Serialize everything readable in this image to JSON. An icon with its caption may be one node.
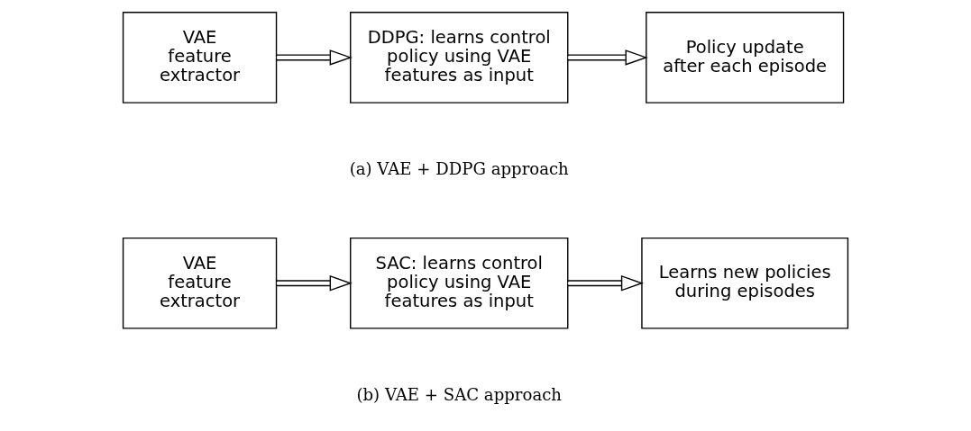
{
  "diagram": {
    "nodes": [
      {
        "text": [
          "VAE feature extractor"
        ]
      },
      {
        "text": [
          "DDPG: learns control policy using VAE features as input"
        ]
      },
      {
        "text": [
          "Policy update after each episode"
        ]
      },
      {
        "text": [
          "VAE feature extractor"
        ]
      },
      {
        "text": [
          "SAC: learns control policy using VAE features as input"
        ]
      },
      {
        "text": [
          "Learns new policies during episodes"
        ]
      }
    ],
    "edges": [
      {
        "from": 0,
        "to": 1,
        "arrow": "to"
      },
      {
        "from": 1,
        "to": 2,
        "arrow": "to"
      },
      {
        "from": 3,
        "to": 4,
        "arrow": "to"
      },
      {
        "from": 4,
        "to": 5,
        "arrow": "to"
      }
    ],
    "labels": [
      "(a) VAE + DDPG approach",
      "(b) VAE + SAC approach"
    ]
  }
}
